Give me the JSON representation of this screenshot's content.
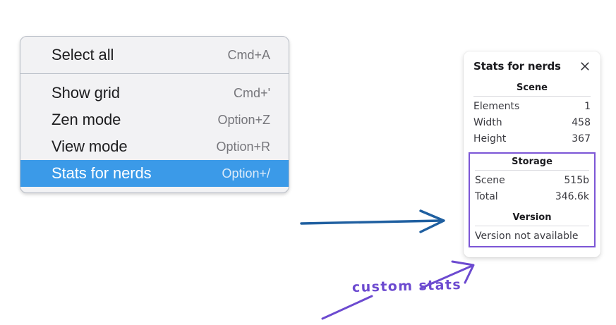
{
  "context_menu": {
    "groups": [
      {
        "items": [
          {
            "label": "Select all",
            "shortcut": "Cmd+A",
            "selected": false
          }
        ]
      },
      {
        "items": [
          {
            "label": "Show grid",
            "shortcut": "Cmd+'",
            "selected": false
          },
          {
            "label": "Zen mode",
            "shortcut": "Option+Z",
            "selected": false
          },
          {
            "label": "View mode",
            "shortcut": "Option+R",
            "selected": false
          },
          {
            "label": "Stats for nerds",
            "shortcut": "Option+/",
            "selected": true
          }
        ]
      }
    ],
    "selection_color": "#3b9ae8"
  },
  "stats_panel": {
    "title": "Stats for nerds",
    "close_icon": "close-icon",
    "scene": {
      "heading": "Scene",
      "rows": [
        {
          "key": "Elements",
          "value": "1"
        },
        {
          "key": "Width",
          "value": "458"
        },
        {
          "key": "Height",
          "value": "367"
        }
      ]
    },
    "storage": {
      "heading": "Storage",
      "rows": [
        {
          "key": "Scene",
          "value": "515b"
        },
        {
          "key": "Total",
          "value": "346.6k"
        }
      ]
    },
    "version": {
      "heading": "Version",
      "note": "Version not available"
    },
    "highlight_color": "#7c56d6"
  },
  "annotations": {
    "handwriting_label": "custom stats",
    "handwriting_color": "#6c4ad0",
    "blue_arrow_color": "#1f5fa0"
  }
}
